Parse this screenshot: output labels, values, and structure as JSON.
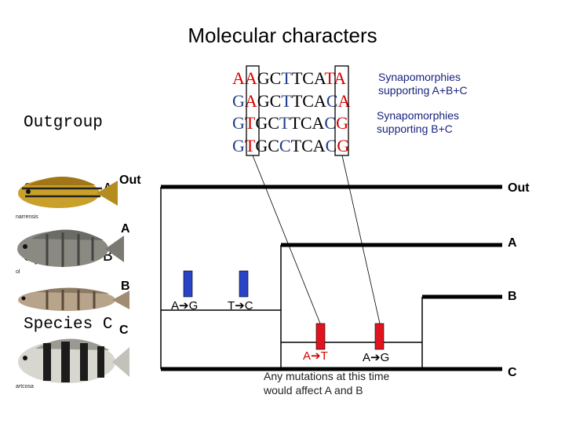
{
  "title": "Molecular characters",
  "species": [
    "Outgroup",
    "Species A",
    "Species B",
    "Species C"
  ],
  "sequences": [
    [
      "A",
      "A",
      "G",
      "C",
      "T",
      "T",
      "C",
      "A",
      "T",
      "A"
    ],
    [
      "G",
      "A",
      "G",
      "C",
      "T",
      "T",
      "C",
      "A",
      "C",
      "A"
    ],
    [
      "G",
      "T",
      "G",
      "C",
      "T",
      "T",
      "C",
      "A",
      "C",
      "G"
    ],
    [
      "G",
      "T",
      "G",
      "C",
      "C",
      "T",
      "C",
      "A",
      "C",
      "G"
    ]
  ],
  "synapomorphy_abc": "Synapomorphies supporting A+B+C",
  "synapomorphy_bc": "Synapomorphies supporting B+C",
  "fish_labels": [
    "Out",
    "A",
    "B",
    "C"
  ],
  "tip_labels": [
    "Out",
    "A",
    "B",
    "C"
  ],
  "mutations": {
    "blue1": "A➔G",
    "blue2": "T➔C",
    "red1": "A➔T",
    "red2": "A➔G"
  },
  "note": "Any mutations at this time would affect A and B",
  "colors": {
    "blue_bar": "#2a44c8",
    "red_bar": "#e0141e",
    "red_text": "#d40000",
    "blue_text": "#1a237e"
  },
  "fish_captions": [
    "narrensis",
    "ol",
    "",
    "artcosa"
  ]
}
